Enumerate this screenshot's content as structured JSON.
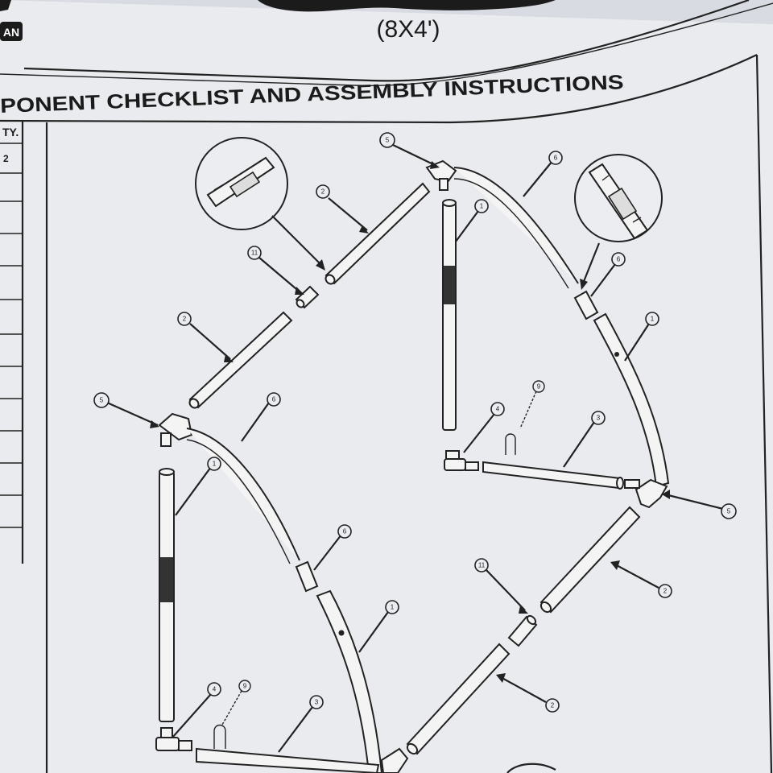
{
  "header": {
    "size_label": "(8X4')",
    "section_title": "PONENT CHECKLIST AND ASSEMBLY INSTRUCTIONS",
    "badge_text": "AN",
    "qty_header": "TY.",
    "qty_first_value": "2"
  },
  "callouts": {
    "c1": "5",
    "c2": "6",
    "c3": "2",
    "c4": "1",
    "c5": "11",
    "c6": "6",
    "c7": "2",
    "c8": "5",
    "c9": "6",
    "c10": "1",
    "c11": "1",
    "c12": "3",
    "c13": "9",
    "c14": "4",
    "c15": "5",
    "c16": "2",
    "c17": "6",
    "c18": "1",
    "c19": "4",
    "c20": "9",
    "c21": "3",
    "c22": "11",
    "c23": "2"
  },
  "colors": {
    "paper": "#e9ebef",
    "ink": "#222222",
    "shadow": "#c9ccd4"
  }
}
